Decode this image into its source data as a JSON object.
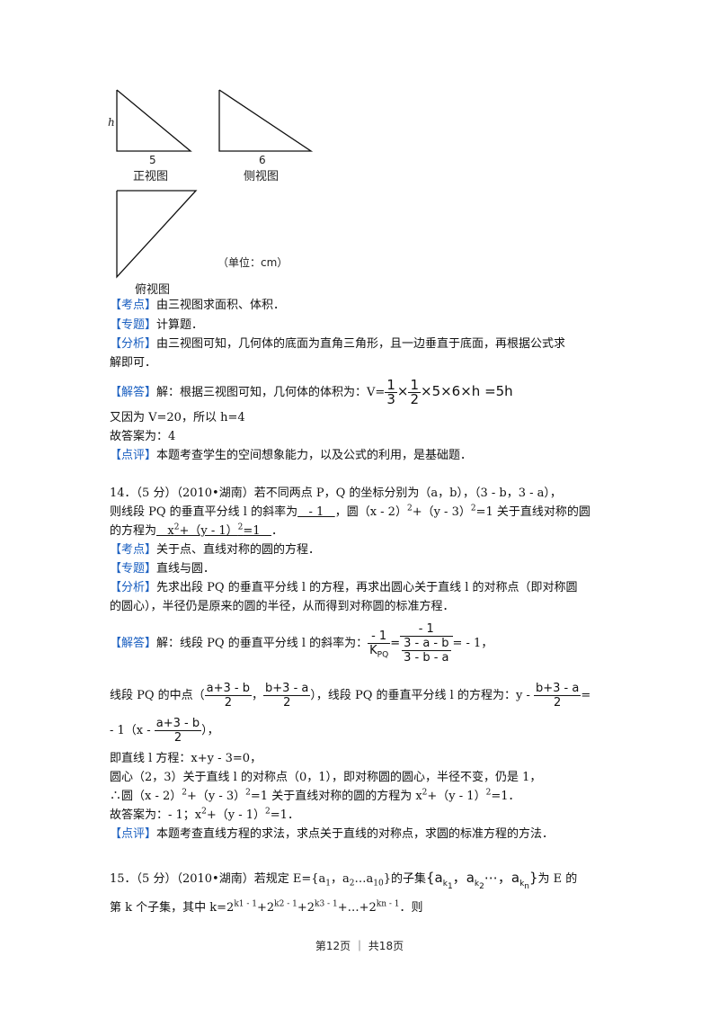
{
  "figures": {
    "front_view": {
      "height_label": "h",
      "base_label": "5",
      "caption": "正视图"
    },
    "side_view": {
      "base_label": "6",
      "caption": "侧视图"
    },
    "top_view": {
      "caption": "俯视图"
    },
    "unit_label": "（单位：cm）"
  },
  "tags": {
    "kaodian": "考点",
    "zhuanti": "专题",
    "fenxi": "分析",
    "jieda": "解答",
    "dianping": "点评",
    "lb": "【",
    "rb": "】"
  },
  "q13": {
    "kaodian_text": "由三视图求面积、体积．",
    "zhuanti_text": "计算题．",
    "fenxi_text_1": "由三视图可知，几何体的底面为直角三角形，且一边垂直于底面，再根据公式求",
    "fenxi_text_2": "解即可．",
    "jieda_prefix": "解：根据三视图可知，几何体的体积为：V=",
    "frac1_num": "1",
    "frac1_den": "3",
    "frac2_num": "1",
    "frac2_den": "2",
    "jieda_tail": "×5×6×h  =5h",
    "times": "×",
    "line2": "又因为 V=20，所以 h=4",
    "line3": "故答案为：4",
    "dianping_text": "本题考查学生的空间想象能力，以及公式的利用，是基础题．"
  },
  "q14": {
    "stem_1": "14．（5 分）（2010•湖南）若不同两点 P，Q 的坐标分别为（a，b），（3 - b，3 - a），",
    "stem_2a": "则线段 PQ 的垂直平分线 l 的斜率为",
    "ans1": "   - 1   ",
    "stem_2b": "，圆（x - 2）",
    "stem_2c": "2",
    "stem_2d": "+（y - 3）",
    "stem_2e": "2",
    "stem_2f": "=1 关于直线对称的圆",
    "stem_3a": "的方程为",
    "ans2_a": "   x",
    "ans2_b": "2",
    "ans2_c": "+（y - 1）",
    "ans2_d": "2",
    "ans2_e": "=1   ",
    "stem_3b": "．",
    "kaodian_text": "关于点、直线对称的圆的方程．",
    "zhuanti_text": "直线与圆．",
    "fenxi_text_1": "先求出段 PQ 的垂直平分线 l 的方程，再求出圆心关于直线 l 的对称点（即对称圆",
    "fenxi_text_2": "的圆心），半径仍是原来的圆的半径，从而得到对称圆的标准方程．",
    "jieda_prefix": "解：线段 PQ 的垂直平分线 l 的斜率为：",
    "slope_num": "- 1",
    "slope_den": "K",
    "slope_den_sub": "PQ",
    "inner_num": "- 1",
    "inner_den_num": "3 - a - b",
    "inner_den_den": "3 - b - a",
    "slope_result": "= - 1，",
    "mid_prefix": "线段 PQ 的中点（",
    "mid_x_num": "a+3 - b",
    "mid_x_den": "2",
    "mid_comma": "，",
    "mid_y_num": "b+3 - a",
    "mid_y_den": "2",
    "mid_suffix": "），线段 PQ 的垂直平分线 l 的方程为：y - ",
    "line_y_num": "b+3 - a",
    "line_y_den": "2",
    "line_eq": "=",
    "line2_prefix": "- 1（x - ",
    "line2_num": "a+3 - b",
    "line2_den": "2",
    "line2_suffix": "），",
    "l1": "即直线 l 方程：x+y - 3=0，",
    "l2": "圆心（2，3）关于直线 l 的对称点（0，1），即对称圆的圆心，半径不变，仍是 1，",
    "l3a": "∴圆（x - 2）",
    "l3b": "2",
    "l3c": "+（y - 3）",
    "l3d": "2",
    "l3e": "=1 关于直线对称的圆的方程为 x",
    "l3f": "2",
    "l3g": "+（y - 1）",
    "l3h": "2",
    "l3i": "=1．",
    "l4a": "故答案为：- 1；x",
    "l4b": "2",
    "l4c": "+（y - 1）",
    "l4d": "2",
    "l4e": "=1．",
    "dianping_text": "本题考查直线方程的求法，求点关于直线的对称点，求圆的标准方程的方法．"
  },
  "q15": {
    "stem_1a": "15．（5 分）（2010•湖南）若规定 E={a",
    "s1": "1",
    "stem_1b": "，a",
    "s2": "2",
    "stem_1c": "…a",
    "s3": "10",
    "stem_1d": "}的子集",
    "set_open": "{",
    "a1": "a",
    "k1": "k",
    "k1s": "1",
    "sep1": "，",
    "a2": "a",
    "k2": "k",
    "k2s": "2",
    "dots": "⋯，",
    "a3": "a",
    "k3": "k",
    "k3s": "n",
    "set_close": "}",
    "stem_1e": "为 E 的",
    "stem_2a": "第 k 个子集，其中 k=2",
    "e1": "k1 - 1",
    "stem_2b": "+2",
    "e2": "k2 - 1",
    "stem_2c": "+2",
    "e3": "k3 - 1",
    "stem_2d": "+…+2",
    "e4": "kn - 1",
    "stem_2e": "．则"
  },
  "footer": "第12页 ｜ 共18页"
}
